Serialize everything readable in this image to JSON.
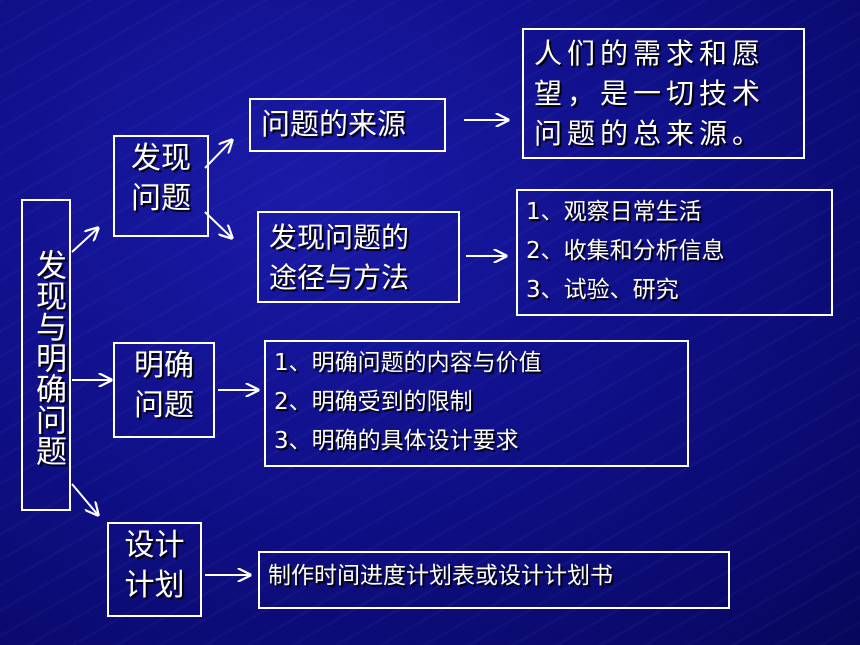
{
  "root": "发现与明确问题",
  "find": {
    "label_line1": "发现",
    "label_line2": "问题",
    "source": {
      "label": "问题的来源",
      "desc_line1": "人们的需求和愿",
      "desc_line2": "望，是一切技术",
      "desc_line3": "问题的总来源。"
    },
    "method": {
      "label_line1": "发现问题的",
      "label_line2": "途径与方法",
      "items": [
        "1、观察日常生活",
        "2、收集和分析信息",
        "3、试验、研究"
      ]
    }
  },
  "clarify": {
    "label_line1": "明确",
    "label_line2": "问题",
    "items": [
      "1、明确问题的内容与价值",
      "2、明确受到的限制",
      "3、明确的具体设计要求"
    ]
  },
  "plan": {
    "label_line1": "设计",
    "label_line2": "计划",
    "desc": "制作时间进度计划表或设计计划书"
  }
}
